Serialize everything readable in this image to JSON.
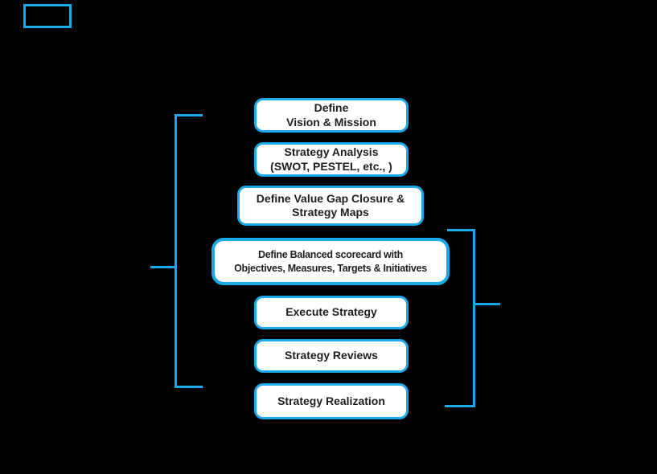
{
  "diagram": {
    "type": "strategy-management-process-flow",
    "colors": {
      "background": "#000000",
      "accent": "#1ca9e9",
      "box_fill": "#ffffff",
      "box_text": "#1e1e1e"
    },
    "steps": [
      {
        "lines": [
          "Define",
          "Vision & Mission"
        ]
      },
      {
        "lines": [
          "Strategy Analysis",
          "(SWOT, PESTEL, etc., )"
        ]
      },
      {
        "lines": [
          "Define Value Gap Closure &",
          "Strategy Maps"
        ]
      },
      {
        "lines": [
          "Define Balanced scorecard with",
          "Objectives, Measures, Targets & Initiatives"
        ]
      },
      {
        "lines": [
          "Execute Strategy"
        ]
      },
      {
        "lines": [
          "Strategy Reviews"
        ]
      },
      {
        "lines": [
          "Strategy Realization"
        ]
      }
    ]
  }
}
